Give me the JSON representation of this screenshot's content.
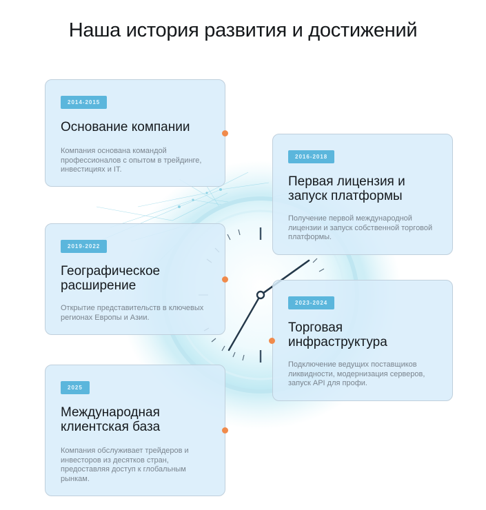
{
  "page": {
    "title": "Наша история развития и достижений"
  },
  "colors": {
    "badge": "#5bb6dc",
    "dot": "#f08a4b",
    "card_bg": "#d7ecfa",
    "card_border": "#bfcfdc"
  },
  "milestones": [
    {
      "years": "2014-2015",
      "title": "Основание компании",
      "text": "Компания основана командой профессионалов с опытом в трейдинге, инвестициях и IT."
    },
    {
      "years": "2016-2018",
      "title": "Первая лицензия и запуск платформы",
      "text": "Получение первой международной лицензии и запуск собственной торговой платформы."
    },
    {
      "years": "2019-2022",
      "title": "Географическое расширение",
      "text": "Открытие представительств в ключевых регионах Европы и Азии."
    },
    {
      "years": "2023-2024",
      "title": "Торговая инфраструктура",
      "text": "Подключение ведущих поставщиков ликвидности, модернизация серверов, запуск API для профи."
    },
    {
      "years": "2025",
      "title": "Международная клиентская база",
      "text": "Компания обслуживает трейдеров и инвесторов из десятков стран, предоставляя доступ к глобальным рынкам."
    }
  ]
}
